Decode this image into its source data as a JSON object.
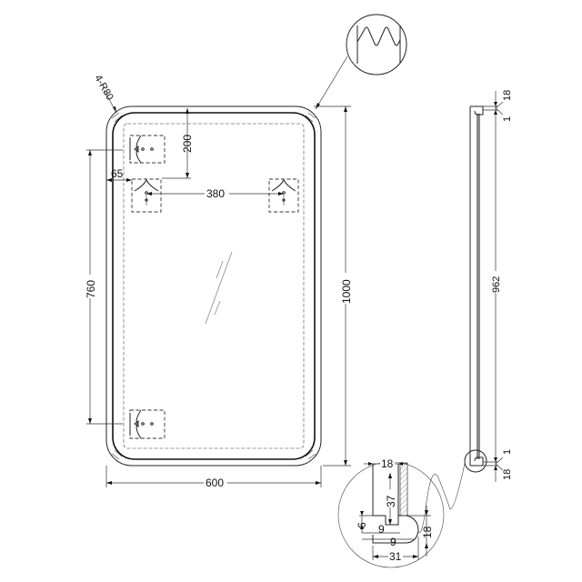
{
  "drawing": {
    "type": "rounded rectangular mirror — technical dimension drawing",
    "views": [
      "front-view",
      "side-view",
      "section-detail",
      "texture-detail"
    ],
    "front_view": {
      "corner_radius_label": "4-R80",
      "width_label": "600",
      "height_label": "1000",
      "top_offset_label": "200",
      "side_offset_label": "65",
      "bracket_spacing_horizontal_label": "380",
      "bracket_spacing_vertical_label": "760"
    },
    "side_view": {
      "top_thickness_label": "18",
      "top_gap_label": "1",
      "glass_length_label": "962",
      "bottom_gap_label": "1",
      "bottom_thickness_label": "18"
    },
    "section_detail": {
      "top_width_label": "18",
      "height_label": "37",
      "step_height_label": "6",
      "inner_width_a_label": "9",
      "inner_width_b_label": "9",
      "right_height_label": "18",
      "total_width_label": "31"
    },
    "texture_detail": {
      "description": "wave profile callout"
    }
  },
  "colors": {
    "line": "#222222",
    "background": "#ffffff",
    "dashed": "#777777"
  }
}
